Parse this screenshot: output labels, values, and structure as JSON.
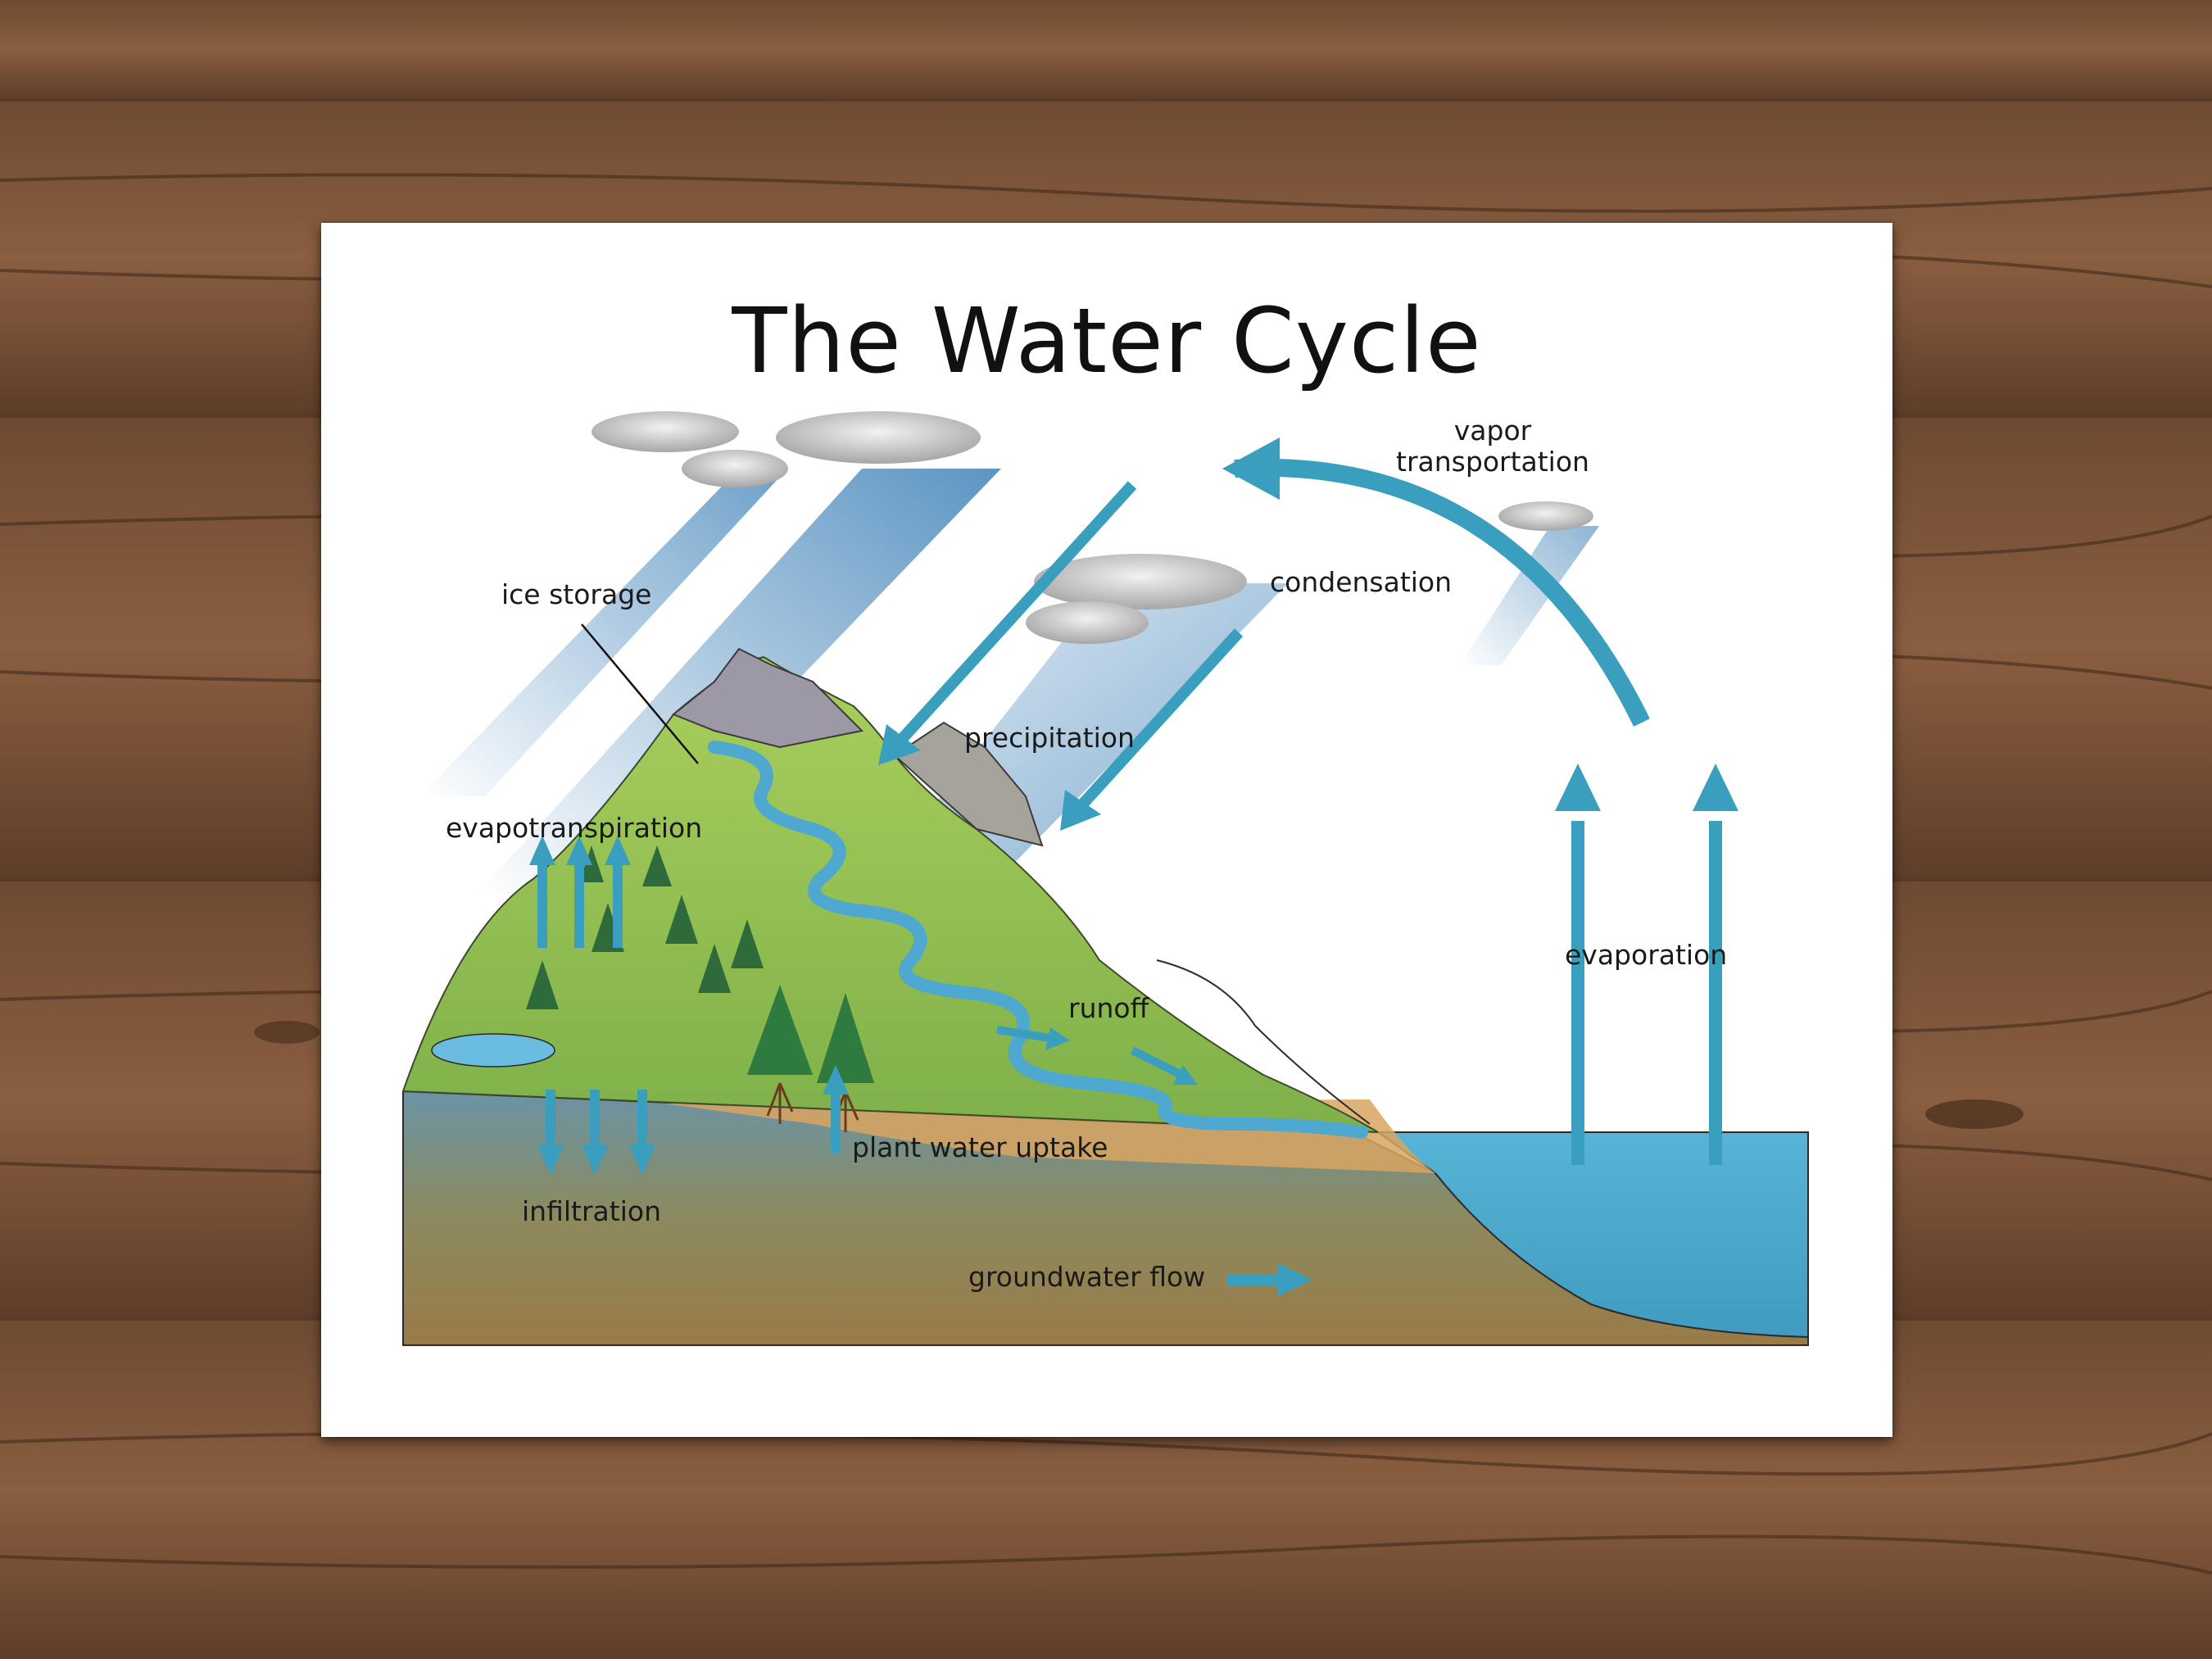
{
  "title": "The Water Cycle",
  "labels": {
    "vapor_transportation_1": "vapor",
    "vapor_transportation_2": "transportation",
    "condensation": "condensation",
    "ice_storage": "ice storage",
    "precipitation": "precipitation",
    "evapotranspiration": "evapotranspiration",
    "evaporation": "evaporation",
    "runoff": "runoff",
    "plant_water_uptake": "plant water uptake",
    "infiltration": "infiltration",
    "groundwater_flow": "groundwater flow"
  },
  "colors": {
    "arrow": "#3a9fbf",
    "wood": "#8a5a3a",
    "water": "#5ab2d2",
    "grass": "#9cc45a",
    "soil": "#9a7a4a"
  }
}
